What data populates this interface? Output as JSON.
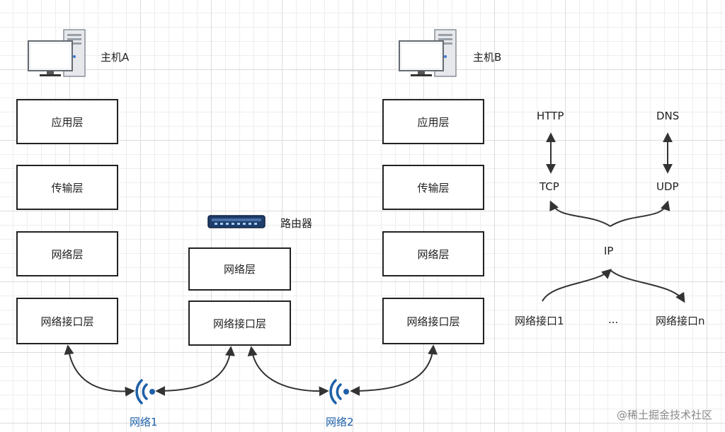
{
  "host_a": {
    "label": "主机A",
    "layers": [
      "应用层",
      "传输层",
      "网络层",
      "网络接口层"
    ]
  },
  "host_b": {
    "label": "主机B",
    "layers": [
      "应用层",
      "传输层",
      "网络层",
      "网络接口层"
    ]
  },
  "router": {
    "label": "路由器",
    "layers": [
      "网络层",
      "网络接口层"
    ]
  },
  "networks": [
    "网络1",
    "网络2"
  ],
  "protocol_tree": {
    "application": [
      "HTTP",
      "DNS"
    ],
    "transport": [
      "TCP",
      "UDP"
    ],
    "network": "IP",
    "interfaces": [
      "网络接口1",
      "...",
      "网络接口n"
    ]
  },
  "colors": {
    "wifi": "#1d5fa8",
    "line": "#333333",
    "monitor_screen": "#ffffff",
    "router_body": "#1f3d6b"
  },
  "watermark": "@稀土掘金技术社区"
}
